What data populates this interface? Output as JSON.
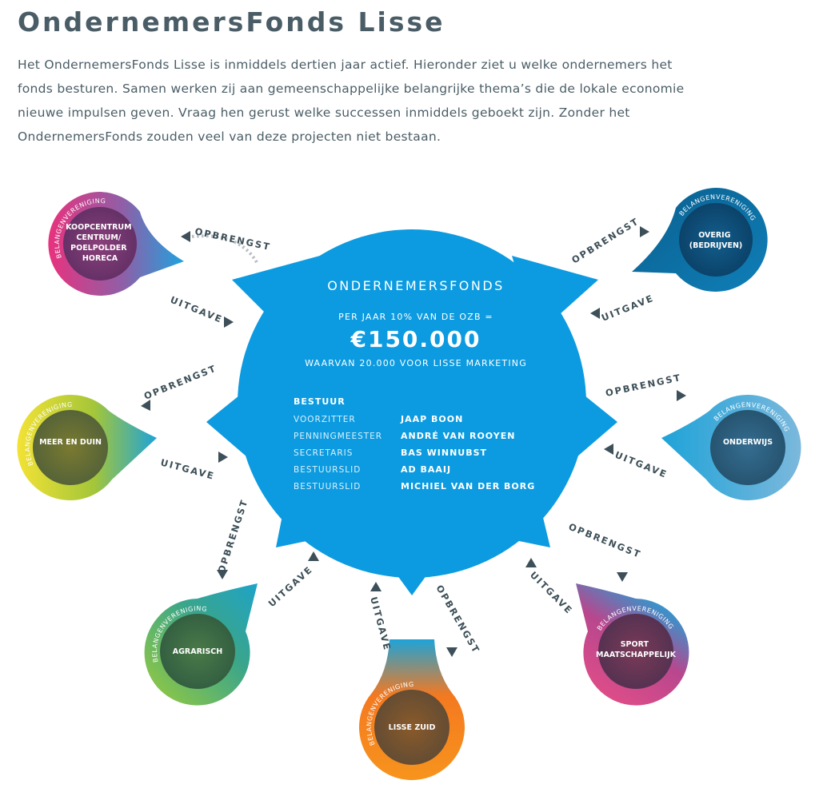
{
  "header": {
    "title": "OndernemersFonds Lisse",
    "intro": "Het OndernemersFonds Lisse is inmiddels dertien jaar actief. Hieronder ziet u welke ondernemers het fonds besturen. Samen werken zij aan gemeenschappelijke belangrijke thema’s die de lokale economie nieuwe impulsen geven. Vraag hen gerust welke successen inmiddels geboekt zijn. Zonder het OndernemersFonds zouden veel van deze projecten niet bestaan."
  },
  "center": {
    "title": "ONDERNEMERSFONDS",
    "subtitle": "PER JAAR 10% VAN DE OZB =",
    "amount": "€150.000",
    "note": "WAARVAN 20.000 VOOR LISSE MARKETING",
    "board_heading": "BESTUUR",
    "board": [
      {
        "role": "VOORZITTER",
        "name": "JAAP BOON"
      },
      {
        "role": "PENNINGMEESTER",
        "name": "ANDRÉ VAN ROOYEN"
      },
      {
        "role": "SECRETARIS",
        "name": "BAS WINNUBST"
      },
      {
        "role": "BESTUURSLID",
        "name": "AD BAAIJ"
      },
      {
        "role": "BESTUURSLID",
        "name": "MICHIEL VAN DER BORG"
      }
    ],
    "color": "#0c9be0"
  },
  "flow_labels": {
    "in": "OPBRENGST",
    "out": "UITGAVE"
  },
  "nodes": [
    {
      "id": "koopcentrum",
      "label": [
        "KOOPCENTRUM",
        "CENTRUM/",
        "POELPOLDER",
        "HORECA"
      ],
      "ring": "BELANGENVERENIGING",
      "colors": [
        "#e8327e",
        "#8f5fa7",
        "#1fa2df"
      ],
      "core": "#7a3a70"
    },
    {
      "id": "overig",
      "label": [
        "OVERIG",
        "(BEDRIJVEN)"
      ],
      "ring": "BELANGENVERENIGING",
      "colors": [
        "#0a5f8e",
        "#0a4a7a",
        "#0f7fb8"
      ],
      "core": "#0c4f78"
    },
    {
      "id": "meer-en-duin",
      "label": [
        "MEER EN DUIN"
      ],
      "ring": "BELANGENVERENIGING",
      "colors": [
        "#f3e235",
        "#a4c639",
        "#1ea3d8"
      ],
      "core": "#6a6a2a"
    },
    {
      "id": "onderwijs",
      "label": [
        "ONDERWIJS"
      ],
      "ring": "BELANGENVERENIGING",
      "colors": [
        "#1ea3d8",
        "#3c8fc0",
        "#7cb8dc"
      ],
      "core": "#2a5f80"
    },
    {
      "id": "agrarisch",
      "label": [
        "AGRARISCH"
      ],
      "ring": "BELANGENVERENIGING",
      "colors": [
        "#7ac143",
        "#3aa58b",
        "#1ea3c8"
      ],
      "core": "#3e6e45"
    },
    {
      "id": "lisse-zuid",
      "label": [
        "LISSE ZUID"
      ],
      "ring": "BELANGENVERENIGING",
      "colors": [
        "#f7941d",
        "#f47920",
        "#1ea3d8"
      ],
      "core": "#7a4a2a"
    },
    {
      "id": "sport",
      "label": [
        "SPORT",
        "MAATSCHAPPELIJK"
      ],
      "ring": "BELANGENVERENIGING",
      "colors": [
        "#ec4f86",
        "#b8478e",
        "#1ea3d8"
      ],
      "core": "#6e3550"
    }
  ]
}
